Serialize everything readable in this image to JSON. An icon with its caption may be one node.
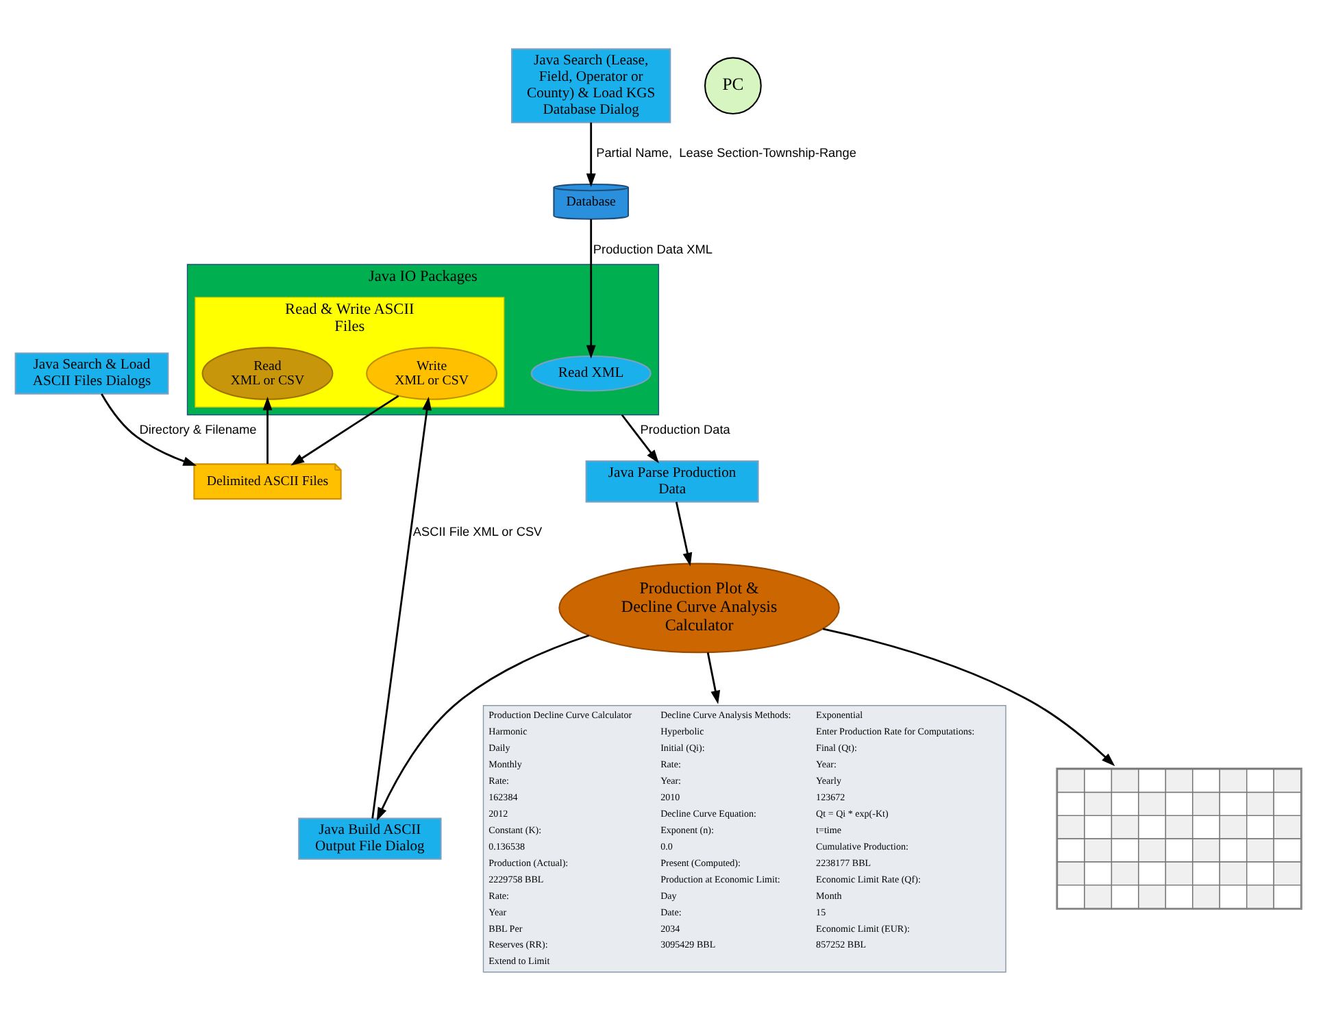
{
  "diagram": {
    "nodes": [
      {
        "text": [
          "Java Search (Lease, Field, Operator or County) & Load KGS Database Dialog"
        ]
      },
      {
        "text": [
          "Database"
        ]
      },
      {
        "text": [
          "Java IO Packages"
        ]
      },
      {
        "text": [
          "Read XML"
        ],
        "in": 2
      },
      {
        "text": [
          "Read & Write ASCII  Files"
        ],
        "in": 2
      },
      {
        "text": [
          "Write",
          "XML or CSV"
        ],
        "in": 4
      },
      {
        "text": [
          "Read",
          "XML or CSV"
        ],
        "in": 4
      },
      {
        "text": [
          "Java Parse Production Data"
        ]
      },
      {
        "text": [
          "Production Plot & Decline Curve Analysis Calculator"
        ]
      },
      {
        "text": [
          "Java Build ASCII Output File Dialog"
        ]
      },
      {
        "text": [
          "Production Decline Curve Calculator",
          "Decline Curve Analysis Methods:",
          "Exponential",
          "Harmonic",
          "Hyperbolic",
          "Enter Production Rate for Computations:",
          "Daily",
          "Initial (Qi):",
          "Final (Qt):",
          "Monthly",
          "Rate:",
          "Year:",
          "Rate:",
          "Year:",
          "Yearly",
          "162384",
          "2010",
          "123672",
          "2012",
          "Decline Curve Equation:",
          "Qt = Qi * exp(-Kt)",
          "Constant (K):",
          "Exponent (n):",
          "t=time",
          "0.136538",
          "0.0",
          "Cumulative Production:",
          "Production (Actual):",
          "Present (Computed):",
          "2238177 BBL",
          "2229758 BBL",
          "Production at Economic Limit:",
          "Economic Limit Rate (Qf):",
          "Rate:",
          "Day",
          "Month",
          "Year",
          "Date:",
          "15",
          "BBL Per",
          "2034",
          "Economic Limit (EUR):",
          "Reserves (RR):",
          "3095429 BBL",
          "857252 BBL",
          "Extend to Limit"
        ]
      },
      {
        "text": [],
        "shape": "picture"
      },
      {
        "text": [
          "Java Search & Load ASCII Files Dialogs"
        ]
      },
      {
        "text": [
          "Delimited ASCII Files"
        ]
      },
      {
        "text": [
          "PC"
        ]
      }
    ],
    "edges": [
      {
        "from": 0,
        "to": 1,
        "arrow": "to",
        "label": "Partial Name,  Lease Section-Township-Range"
      },
      {
        "from": 1,
        "to": 3,
        "arrow": "to",
        "label": "Production Data XML"
      },
      {
        "from": 2,
        "to": 7,
        "arrow": "to",
        "label": "Production Data"
      },
      {
        "from": 7,
        "to": 8,
        "arrow": "to"
      },
      {
        "from": 8,
        "to": 9,
        "arrow": "to"
      },
      {
        "from": 9,
        "to": 5,
        "arrow": "to",
        "label": "ASCII File XML or CSV"
      },
      {
        "from": 5,
        "to": 13,
        "arrow": "to"
      },
      {
        "from": 13,
        "to": 6,
        "arrow": "to"
      },
      {
        "from": 12,
        "to": 13,
        "arrow": "to",
        "label": "Directory & Filename"
      },
      {
        "from": 8,
        "to": 10,
        "arrow": "to"
      },
      {
        "from": 8,
        "to": 11,
        "arrow": "to"
      }
    ]
  }
}
